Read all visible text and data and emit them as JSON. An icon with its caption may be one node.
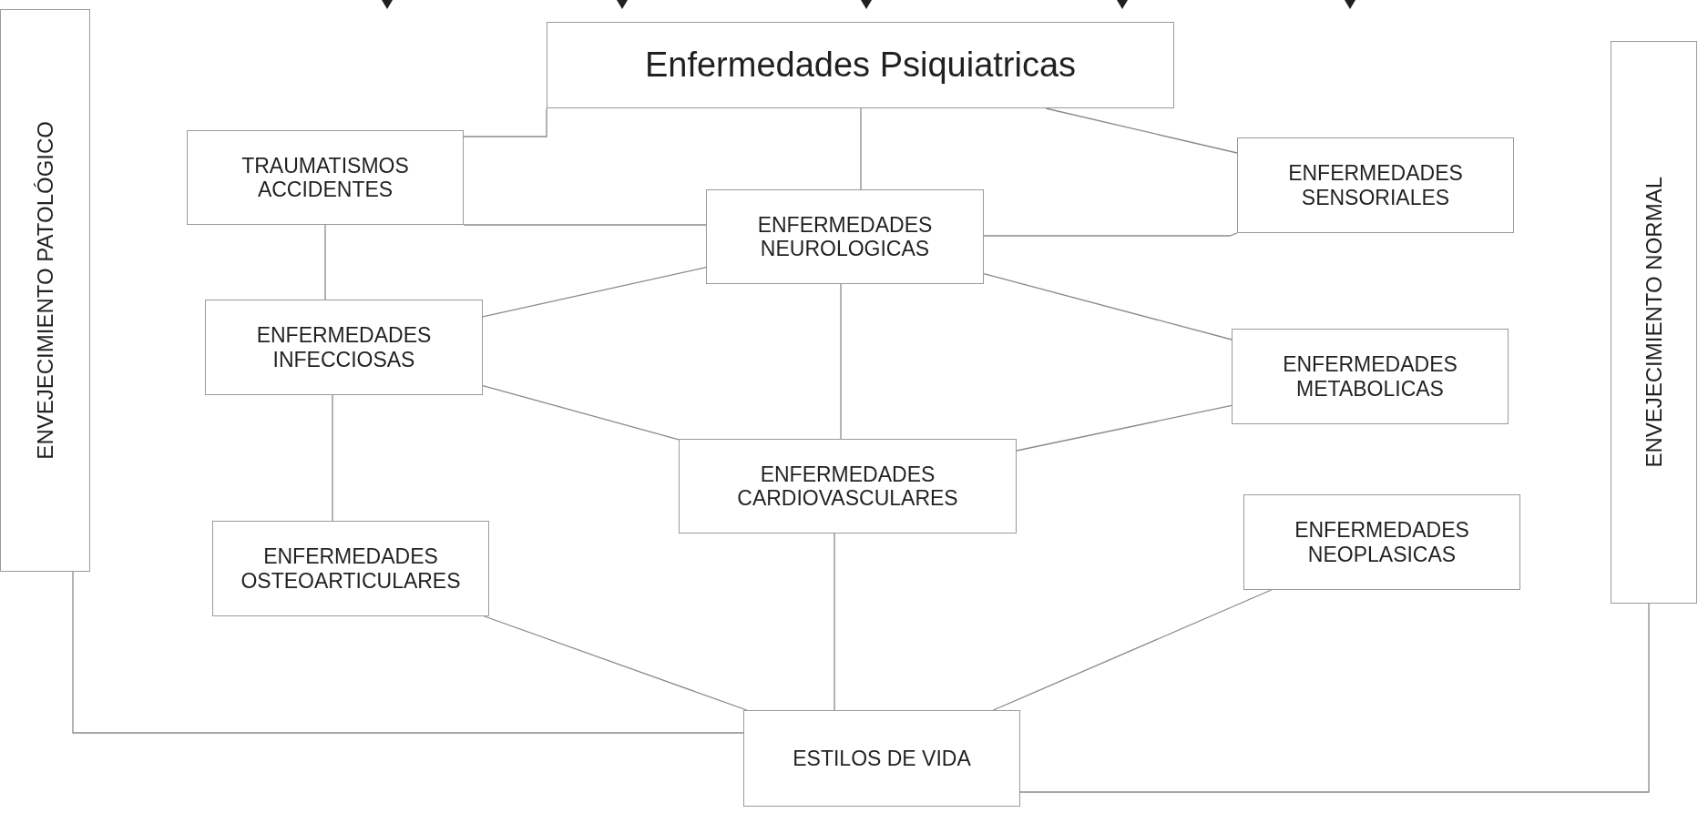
{
  "diagram": {
    "nodes": [
      {
        "text": [
          "Enfermedades Psiquiatricas"
        ]
      },
      {
        "text": [
          "ENVEJECIMIENTO PATOLÓGICO"
        ]
      },
      {
        "text": [
          "ENVEJECIMIENTO NORMAL"
        ]
      },
      {
        "text": [
          "TRAUMATISMOS ACCIDENTES"
        ]
      },
      {
        "text": [
          "ENFERMEDADES SENSORIALES"
        ]
      },
      {
        "text": [
          "ENFERMEDADES NEUROLOGICAS"
        ]
      },
      {
        "text": [
          "ENFERMEDADES INFECCIOSAS"
        ]
      },
      {
        "text": [
          "ENFERMEDADES METABOLICAS"
        ]
      },
      {
        "text": [
          "ENFERMEDADES CARDIOVASCULARES"
        ]
      },
      {
        "text": [
          "ENFERMEDADES OSTEOARTICULARES"
        ]
      },
      {
        "text": [
          "ENFERMEDADES NEOPLASICAS"
        ]
      },
      {
        "text": [
          "ESTILOS DE VIDA"
        ]
      }
    ],
    "edges": [
      {
        "from": 0,
        "to": 3,
        "arrow": "none"
      },
      {
        "from": 0,
        "to": 4,
        "arrow": "none"
      },
      {
        "from": 0,
        "to": 5,
        "arrow": "none"
      },
      {
        "from": 3,
        "to": 5,
        "arrow": "none"
      },
      {
        "from": 5,
        "to": 4,
        "arrow": "none"
      },
      {
        "from": 3,
        "to": 6,
        "arrow": "none"
      },
      {
        "from": 5,
        "to": 6,
        "arrow": "none"
      },
      {
        "from": 5,
        "to": 7,
        "arrow": "none"
      },
      {
        "from": 5,
        "to": 8,
        "arrow": "none"
      },
      {
        "from": 6,
        "to": 8,
        "arrow": "none"
      },
      {
        "from": 8,
        "to": 7,
        "arrow": "none"
      },
      {
        "from": 6,
        "to": 9,
        "arrow": "none"
      },
      {
        "from": 9,
        "to": 11,
        "arrow": "none"
      },
      {
        "from": 8,
        "to": 11,
        "arrow": "none"
      },
      {
        "from": 10,
        "to": 11,
        "arrow": "none"
      },
      {
        "from": 1,
        "to": 11,
        "arrow": "none"
      },
      {
        "from": 2,
        "to": 11,
        "arrow": "none"
      }
    ]
  }
}
